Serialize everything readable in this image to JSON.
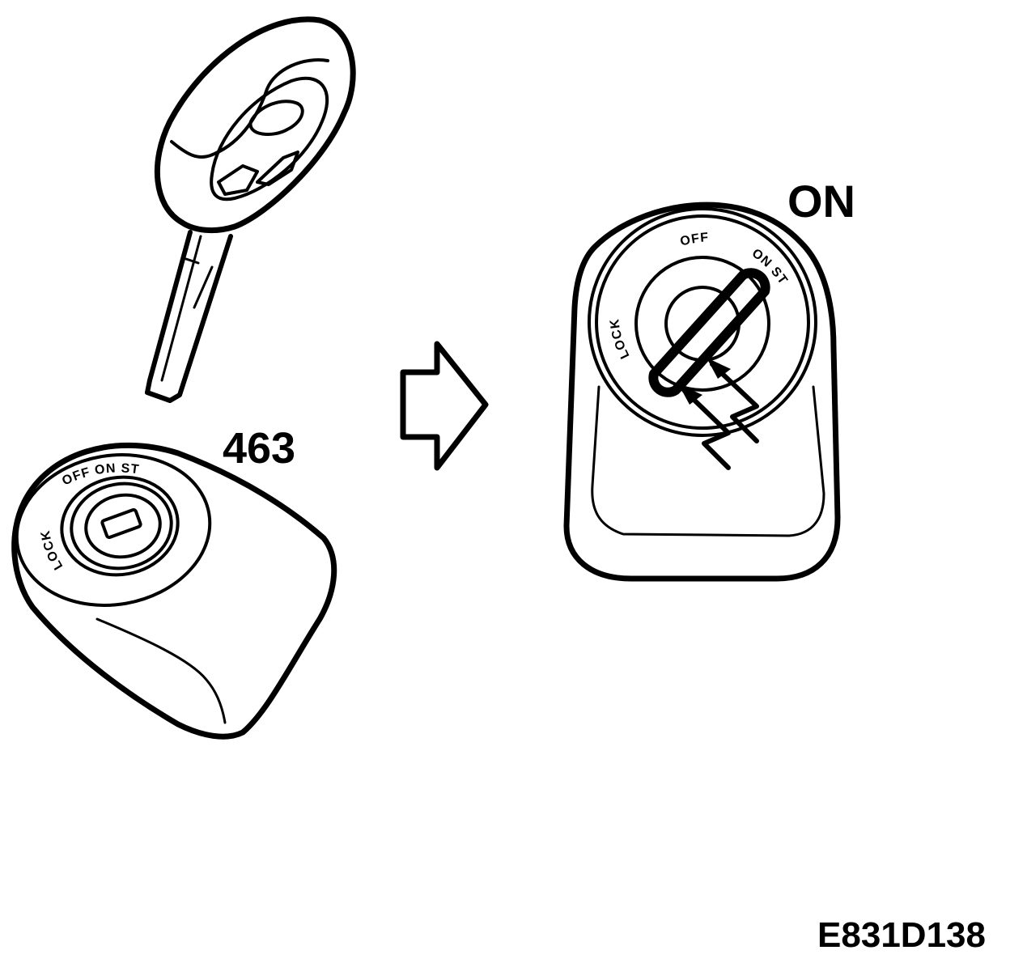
{
  "callouts": {
    "part_number": "463",
    "switch_position": "ON",
    "figure_code": "E831D138"
  },
  "ignition_positions": {
    "lock": "LOCK",
    "off": "OFF",
    "on": "ON",
    "start": "ST"
  },
  "small_dial_labels": {
    "lock": "LOCK",
    "off": "OFF",
    "on_st": "ON ST"
  },
  "colors": {
    "ink": "#000000",
    "paper": "#ffffff"
  }
}
